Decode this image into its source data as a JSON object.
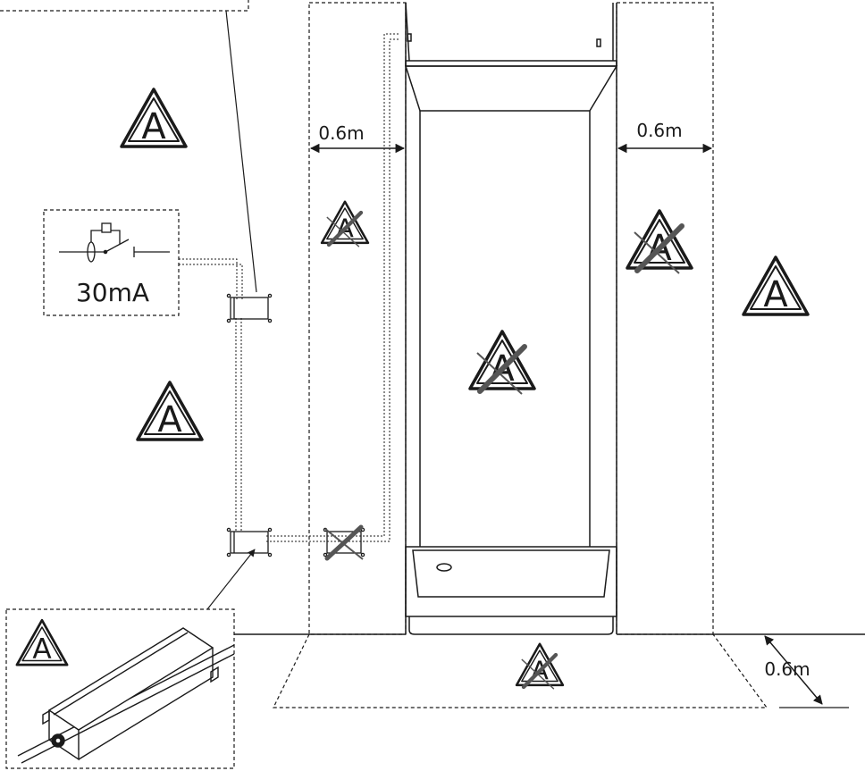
{
  "labels": {
    "clearance_left": "0.6m",
    "clearance_right": "0.6m",
    "clearance_floor": "0.6m",
    "rcd_rating": "30mA"
  },
  "symbols": {
    "zone_letter": "A"
  },
  "colors": {
    "line": "#1a1a1a",
    "cross": "#555555",
    "background": "#ffffff"
  }
}
